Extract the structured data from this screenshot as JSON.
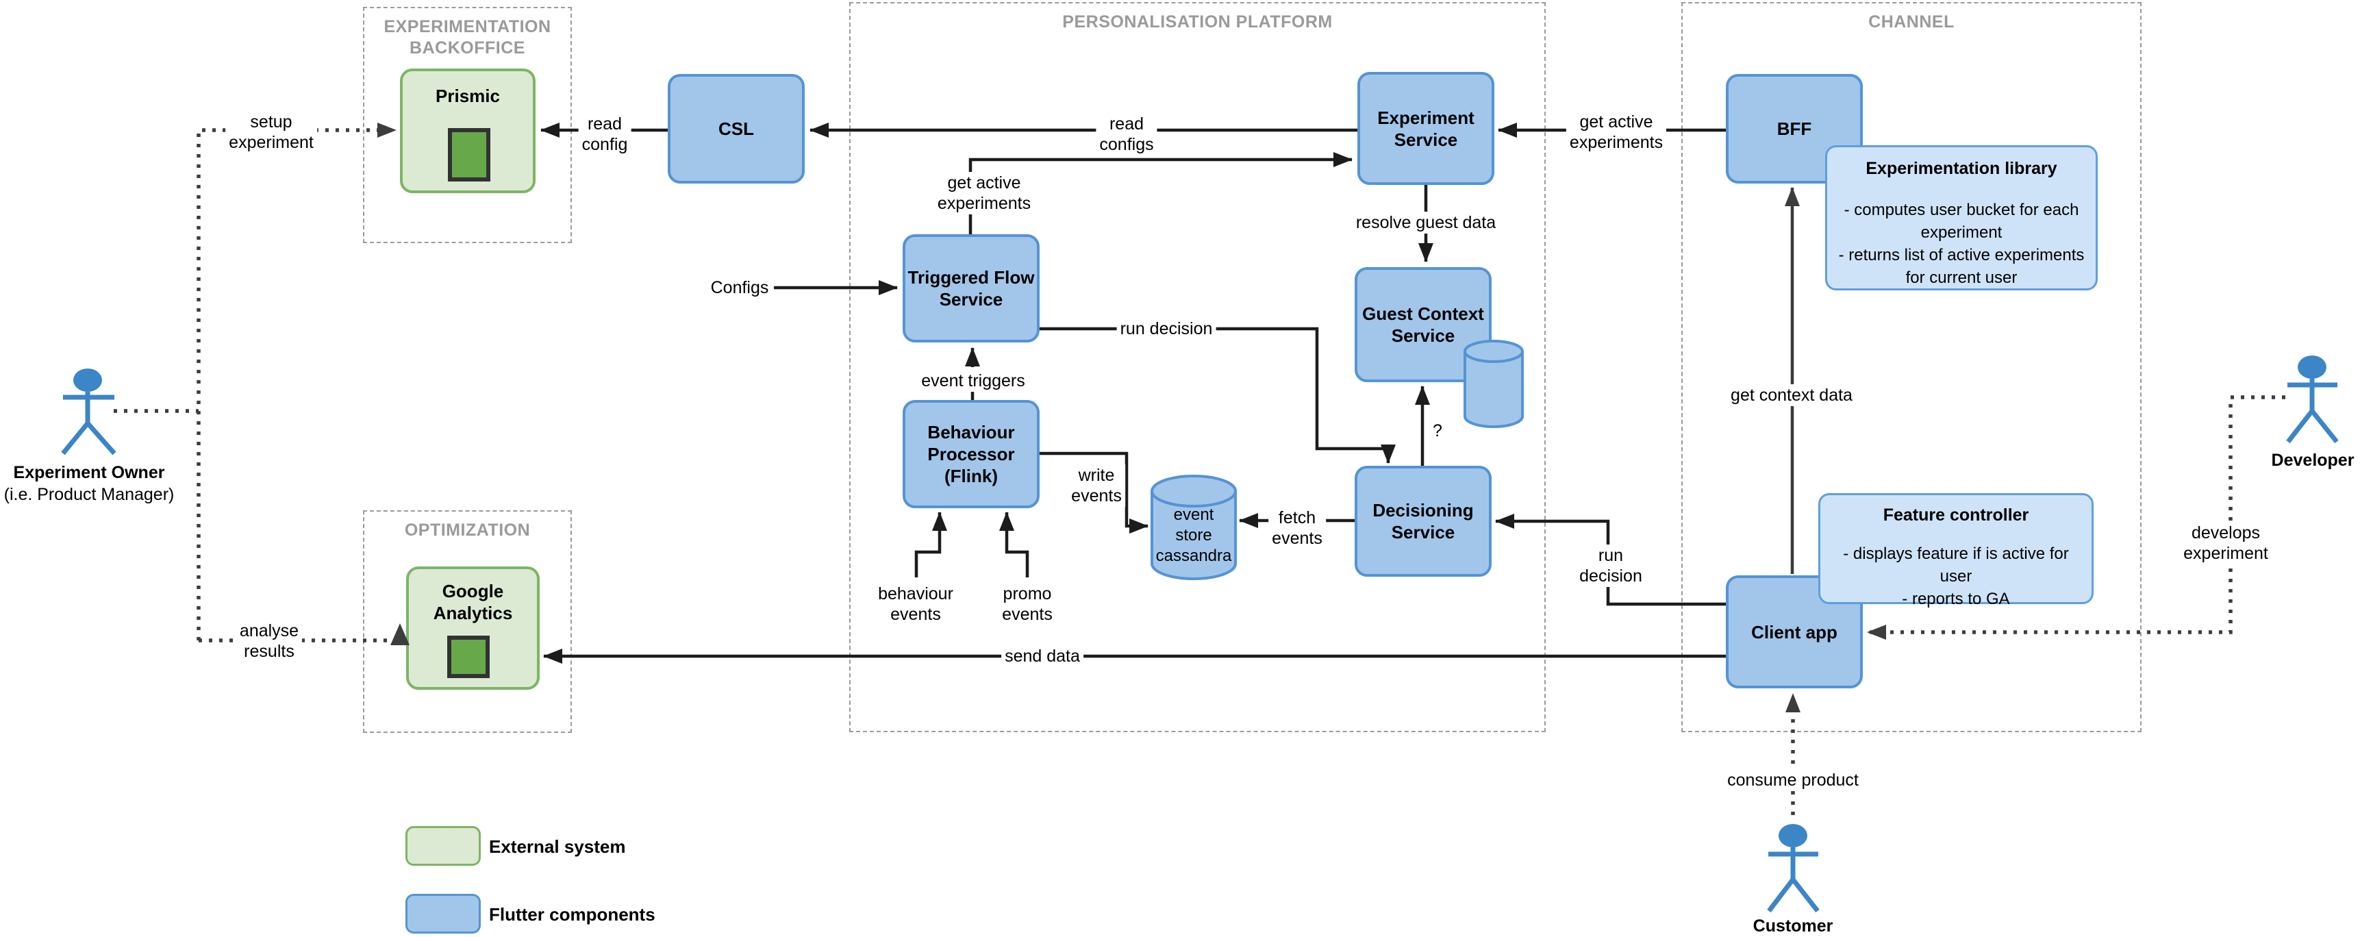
{
  "groups": {
    "backoffice": {
      "title": "EXPERIMENTATION BACKOFFICE"
    },
    "platform": {
      "title": "PERSONALISATION PLATFORM"
    },
    "channel": {
      "title": "CHANNEL"
    },
    "optimization": {
      "title": "OPTIMIZATION"
    }
  },
  "nodes": {
    "prismic": {
      "label": "Prismic",
      "type": "external-system"
    },
    "csl": {
      "label": "CSL",
      "type": "flutter-component"
    },
    "experiment_service": {
      "label": "Experiment\nService",
      "type": "flutter-component"
    },
    "triggered_flow_service": {
      "label": "Triggered Flow\nService",
      "type": "flutter-component"
    },
    "behaviour_processor": {
      "label": "Behaviour\nProcessor\n(Flink)",
      "type": "flutter-component"
    },
    "guest_context_service": {
      "label": "Guest Context\nService",
      "type": "flutter-component"
    },
    "decisioning_service": {
      "label": "Decisioning\nService",
      "type": "flutter-component"
    },
    "event_store": {
      "label": "event\nstore\ncassandra",
      "type": "database"
    },
    "bff": {
      "label": "BFF",
      "type": "flutter-component"
    },
    "client_app": {
      "label": "Client app",
      "type": "flutter-component"
    },
    "google_analytics": {
      "label": "Google\nAnalytics",
      "type": "external-system"
    }
  },
  "notes": {
    "experimentation_library": {
      "title": "Experimentation library",
      "body": "- computes user bucket for each\nexperiment\n- returns list of active experiments\nfor current user"
    },
    "feature_controller": {
      "title": "Feature controller",
      "body": "- displays feature if is active for\nuser\n- reports to GA"
    }
  },
  "actors": {
    "experiment_owner": {
      "label": "Experiment Owner",
      "sublabel": "(i.e. Product Manager)"
    },
    "developer": {
      "label": "Developer"
    },
    "customer": {
      "label": "Customer"
    }
  },
  "edge_labels": {
    "setup_experiment": "setup\nexperiment",
    "analyse_results": "analyse\nresults",
    "read_config": "read\nconfig",
    "read_configs": "read\nconfigs",
    "get_active_experiments_left": "get active\nexperiments",
    "configs": "Configs",
    "event_triggers": "event triggers",
    "run_decision_mid": "run decision",
    "resolve_guest_data": "resolve guest data",
    "question_mark": "?",
    "write_events": "write\nevents",
    "fetch_events": "fetch\nevents",
    "behaviour_events": "behaviour\nevents",
    "promo_events": "promo\nevents",
    "get_active_experiments_right": "get active\nexperiments",
    "get_context_data": "get context data",
    "run_decision_right": "run\ndecision",
    "send_data": "send data",
    "consume_product": "consume product",
    "develops_experiment": "develops experiment"
  },
  "legend": {
    "items": [
      {
        "label": "External system",
        "color": "#dcead3",
        "border": "#7db564"
      },
      {
        "label": "Flutter components",
        "color": "#a2c6ea",
        "border": "#5494d4"
      }
    ]
  },
  "colors": {
    "flutter_fill": "#a2c6ea",
    "flutter_border": "#5494d4",
    "external_fill": "#dcead3",
    "external_border": "#7db564",
    "note_fill": "#cfe3f8",
    "note_border": "#5e9fdd",
    "icon_fill": "#67a84b",
    "actor": "#3c85c6",
    "group_border": "#9b9b9b",
    "arrow": "#1c1c1c",
    "dotted_arrow": "#3d3d3d"
  }
}
